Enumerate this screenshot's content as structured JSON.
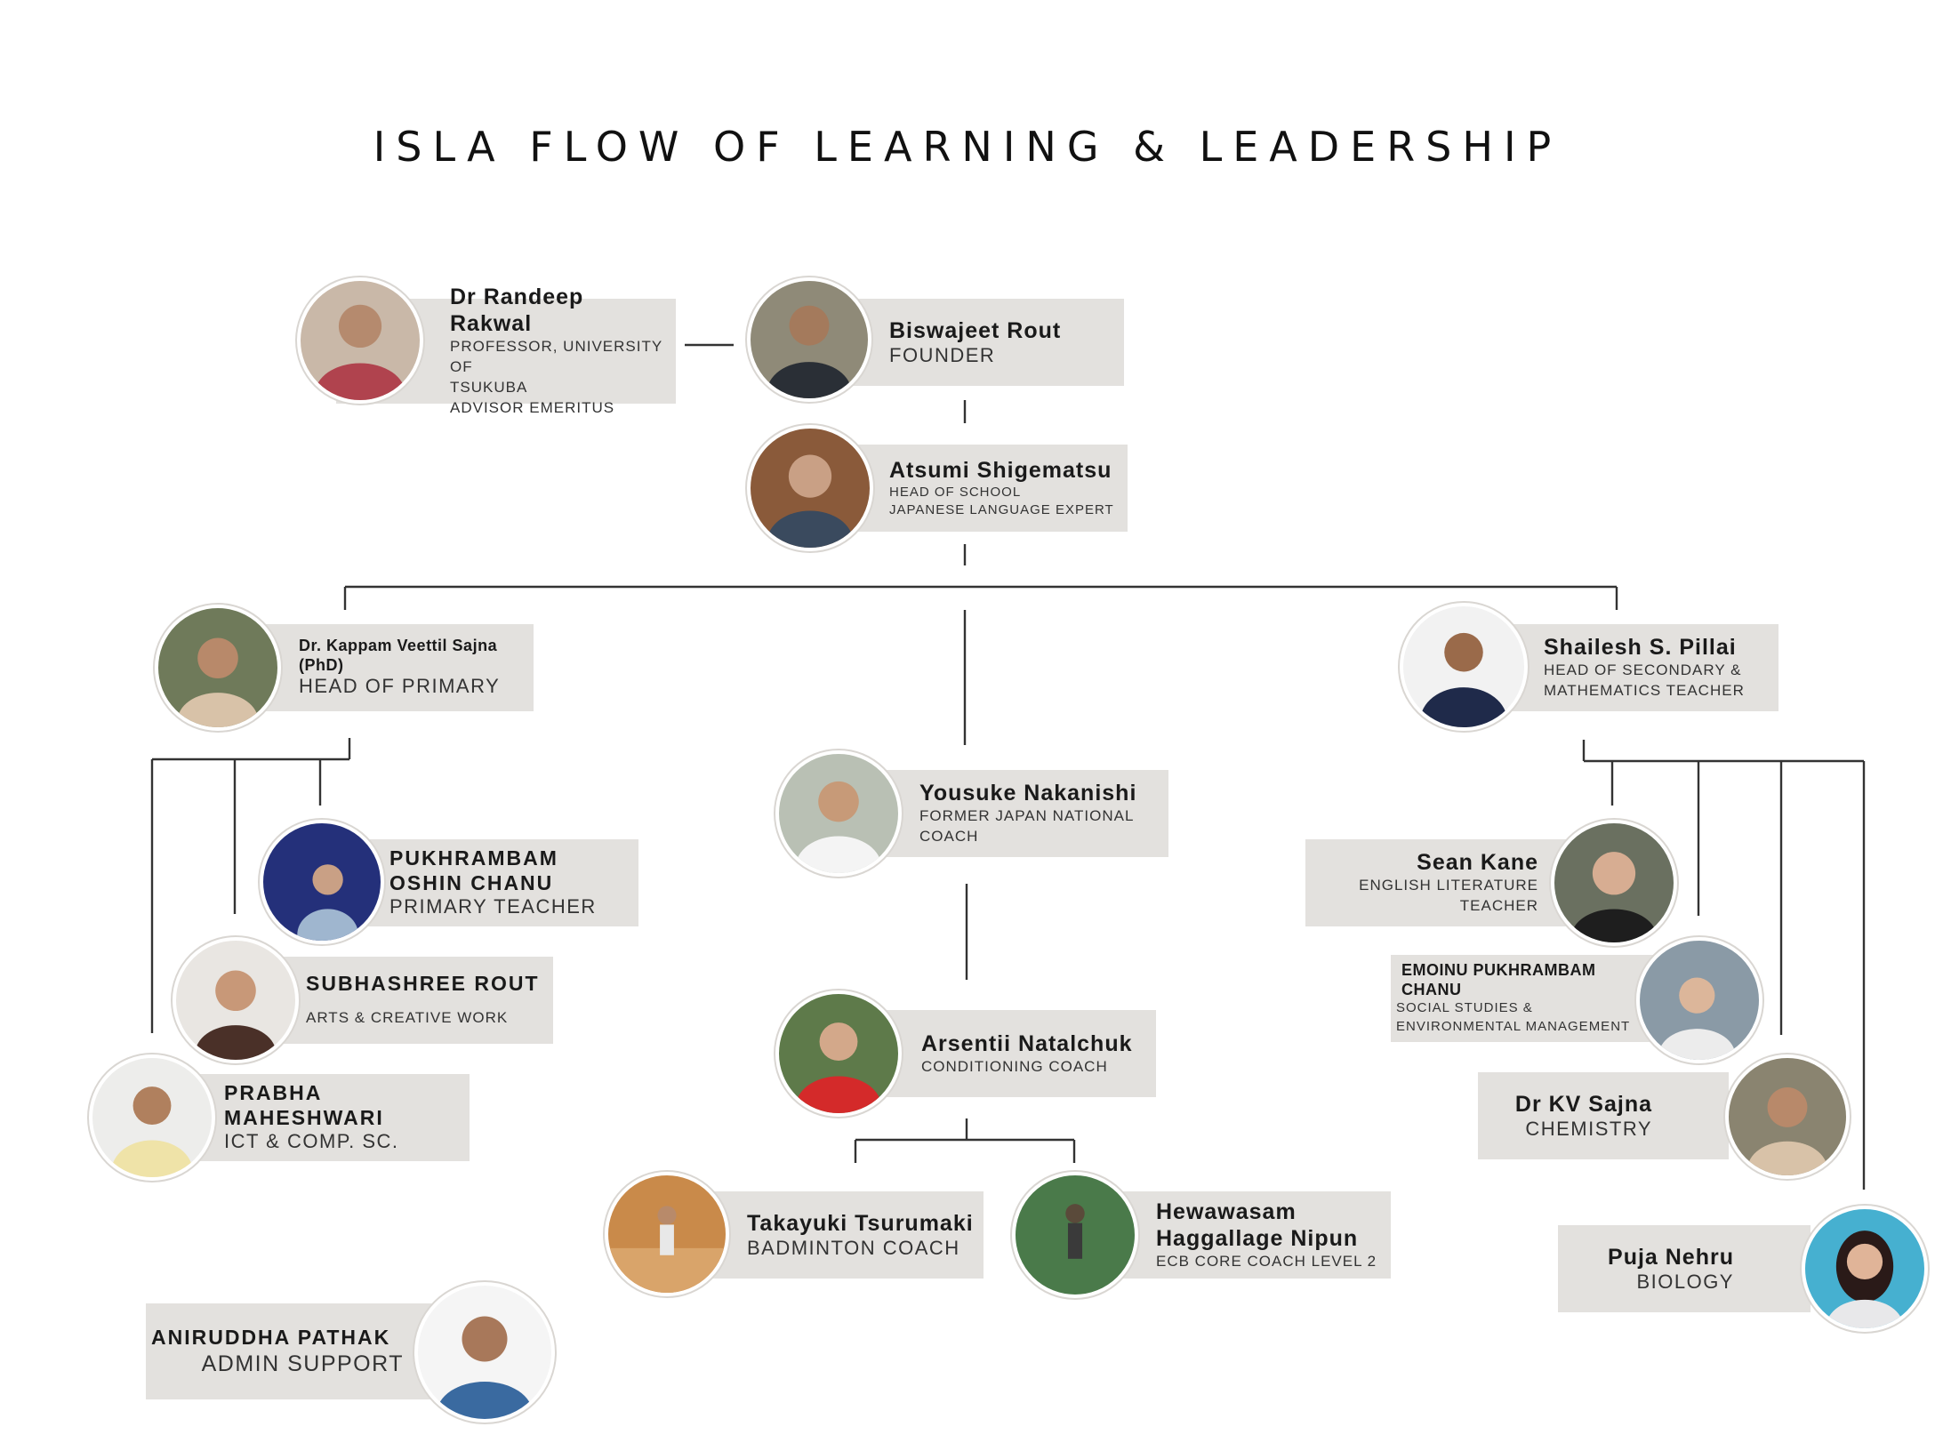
{
  "title": "ISLA FLOW OF LEARNING & LEADERSHIP",
  "people": {
    "rakwal": {
      "name": "Dr Randeep Rakwal",
      "line1": "PROFESSOR, UNIVERSITY OF",
      "line2": "TSUKUBA",
      "line3": "ADVISOR EMERITUS"
    },
    "rout": {
      "name": "Biswajeet Rout",
      "role": "FOUNDER"
    },
    "atsumi": {
      "name": "Atsumi Shigematsu",
      "line1": "HEAD OF SCHOOL",
      "line2": "JAPANESE LANGUAGE EXPERT"
    },
    "kappam": {
      "name1": "Dr. Kappam Veettil Sajna",
      "name2": "(PhD)",
      "role": "HEAD OF PRIMARY"
    },
    "shailesh": {
      "name": "Shailesh S. Pillai",
      "line1": "HEAD OF SECONDARY &",
      "line2": "MATHEMATICS TEACHER"
    },
    "yousuke": {
      "name": "Yousuke Nakanishi",
      "line1": "FORMER JAPAN NATIONAL",
      "line2": "COACH"
    },
    "pukh": {
      "name1": "PUKHRAMBAM",
      "name2": "OSHIN CHANU",
      "role": "PRIMARY TEACHER"
    },
    "subhashree": {
      "name": "SUBHASHREE ROUT",
      "role": "ARTS & CREATIVE WORK"
    },
    "prabha": {
      "name1": "PRABHA",
      "name2": "MAHESHWARI",
      "role": "ICT & COMP. SC."
    },
    "arsentii": {
      "name": "Arsentii Natalchuk",
      "role": "CONDITIONING COACH"
    },
    "takayuki": {
      "name": "Takayuki Tsurumaki",
      "role": "BADMINTON COACH"
    },
    "nipun": {
      "name1": "Hewawasam",
      "name2": "Haggallage Nipun",
      "role": "ECB CORE COACH LEVEL 2"
    },
    "sean": {
      "name": "Sean Kane",
      "line1": "ENGLISH LITERATURE",
      "line2": "TEACHER"
    },
    "emoinu": {
      "name1": "EMOINU PUKHRAMBAM",
      "name2": "CHANU",
      "line1": "SOCIAL STUDIES &",
      "line2": "ENVIRONMENTAL MANAGEMENT"
    },
    "kv": {
      "name": "Dr KV Sajna",
      "role": "CHEMISTRY"
    },
    "puja": {
      "name": "Puja Nehru",
      "role": "BIOLOGY"
    },
    "aniruddha": {
      "name": "ANIRUDDHA PATHAK",
      "role": "ADMIN SUPPORT"
    }
  },
  "colors": {
    "card": "#e3e1de",
    "line": "#333333",
    "text": "#1a1a1a"
  },
  "icons": {
    "portrait": "person-silhouette"
  }
}
